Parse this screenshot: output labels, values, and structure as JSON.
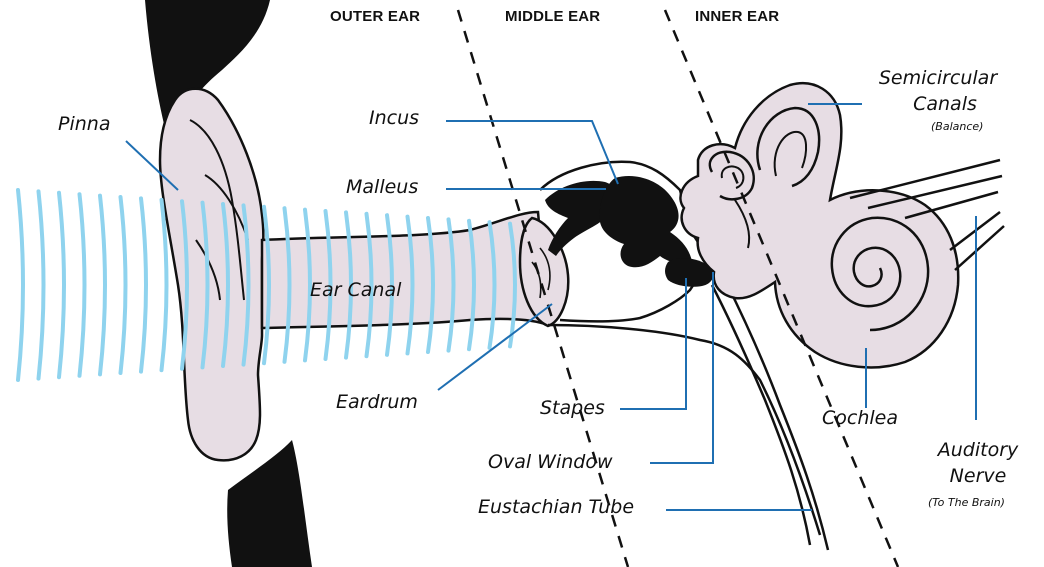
{
  "sections": {
    "outer": "OUTER EAR",
    "middle": "MIDDLE EAR",
    "inner": "INNER EAR"
  },
  "labels": {
    "pinna": "Pinna",
    "incus": "Incus",
    "malleus": "Malleus",
    "ear_canal": "Ear Canal",
    "eardrum": "Eardrum",
    "stapes": "Stapes",
    "oval_window": "Oval Window",
    "eustachian_tube": "Eustachian Tube",
    "cochlea": "Cochlea",
    "semicircular_line1": "Semicircular",
    "semicircular_line2": "Canals",
    "semicircular_note": "(Balance)",
    "auditory_line1": "Auditory",
    "auditory_line2": "Nerve",
    "auditory_note": "(To The Brain)"
  },
  "colors": {
    "tissue_fill": "#e7dde4",
    "bone_black": "#111111",
    "sound_waves": "#8fd3ee",
    "leader_lines": "#1f6fb2"
  }
}
